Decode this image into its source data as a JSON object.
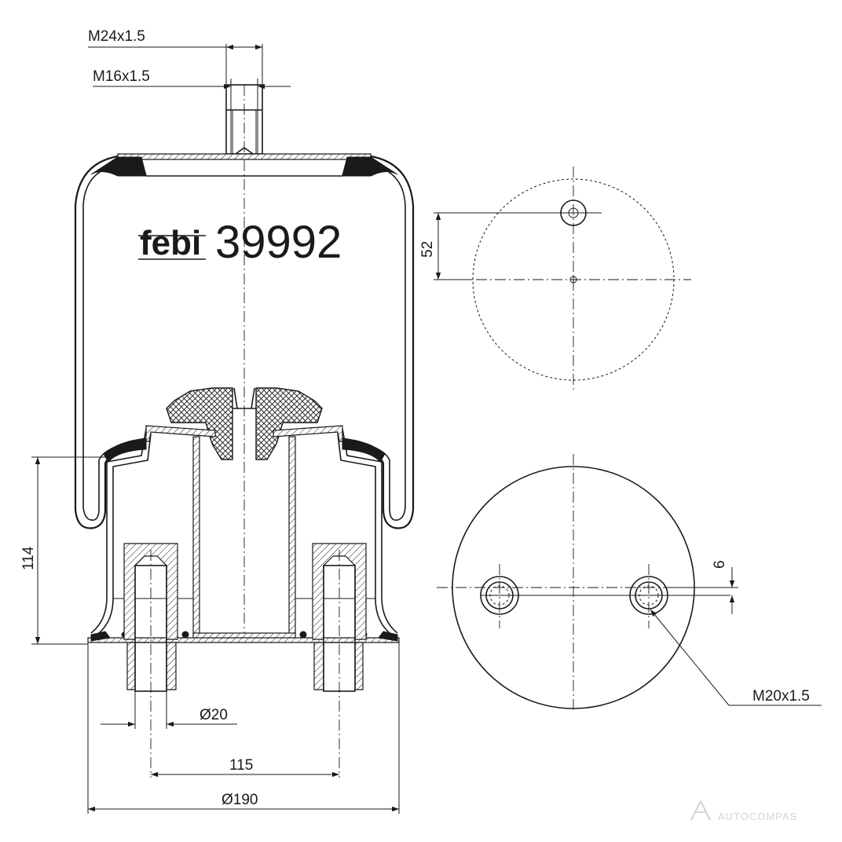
{
  "brand": {
    "logo_text": "febi",
    "part_number": "39992"
  },
  "dimensions": {
    "top_outer_thread": "M24x1.5",
    "top_inner_thread": "M16x1.5",
    "height": "114",
    "pin_diameter": "Ø20",
    "pin_spacing": "115",
    "base_diameter": "Ø190",
    "top_offset": "52",
    "bottom_offset": "6",
    "bottom_thread": "M20x1.5"
  },
  "watermark": {
    "text": "AUTOCOMPAS"
  },
  "colors": {
    "line": "#1a1a1a",
    "background": "#ffffff",
    "watermark": "#d4d4d4"
  }
}
